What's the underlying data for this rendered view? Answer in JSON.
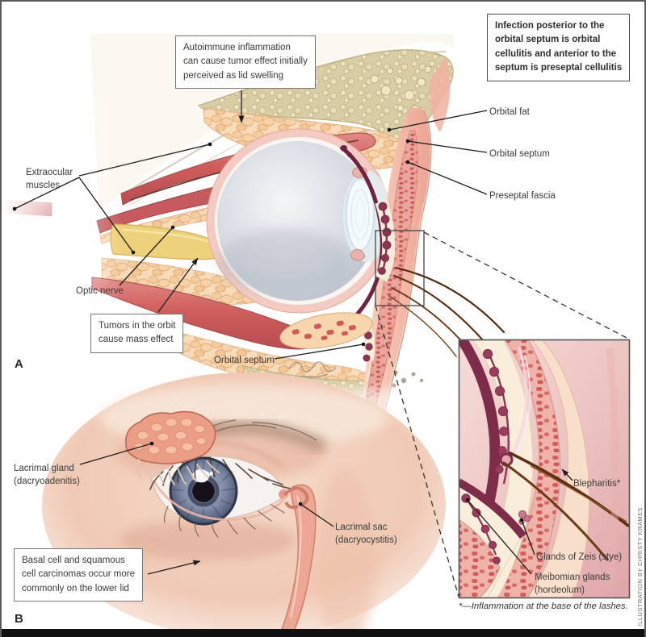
{
  "figure": {
    "panel_a_label": "A",
    "panel_b_label": "B",
    "credit": "ILLUSTRATION BY CHRISTY KRAMES",
    "footnote": "*—Inflammation at the base of the lashes."
  },
  "callout_boxes": {
    "autoimmune": "Autoimmune inflammation\ncan cause tumor effect initially\nperceived as lid swelling",
    "infection": "Infection posterior to the\norbital septum is orbital\ncellulitis and anterior to the\nseptum is preseptal cellulitis",
    "tumors": "Tumors in the orbit\ncause mass effect",
    "basal_cell": "Basal cell and squamous\ncell carcinomas occur more\ncommonly on the lower lid"
  },
  "labels": {
    "orbital_fat": "Orbital fat",
    "orbital_septum_upper": "Orbital septum",
    "preseptal_fascia": "Preseptal fascia",
    "extraocular_muscles": "Extraocular\nmuscles",
    "optic_nerve": "Optic nerve",
    "orbital_septum_lower": "Orbital septum",
    "lacrimal_gland": "Lacrimal gland\n(dacryoadenitis)",
    "lacrimal_sac": "Lacrimal sac\n(dacryocystitis)",
    "blepharitis": "Blepharitis*",
    "glands_of_zeis": "Glands of Zeis (stye)",
    "meibomian_glands": "Meibomian glands\n(hordeolum)"
  },
  "colors": {
    "bone": "#d9cda6",
    "orbital_fat": "#f8dcba",
    "muscle_red": "#cf5f5c",
    "tarsus_maroon": "#7d2d4a",
    "optic_nerve_yellow": "#eed27b",
    "skin_pink": "#f5c0ae",
    "inset_background": "#ecc3c1",
    "leader_line": "#222222"
  }
}
